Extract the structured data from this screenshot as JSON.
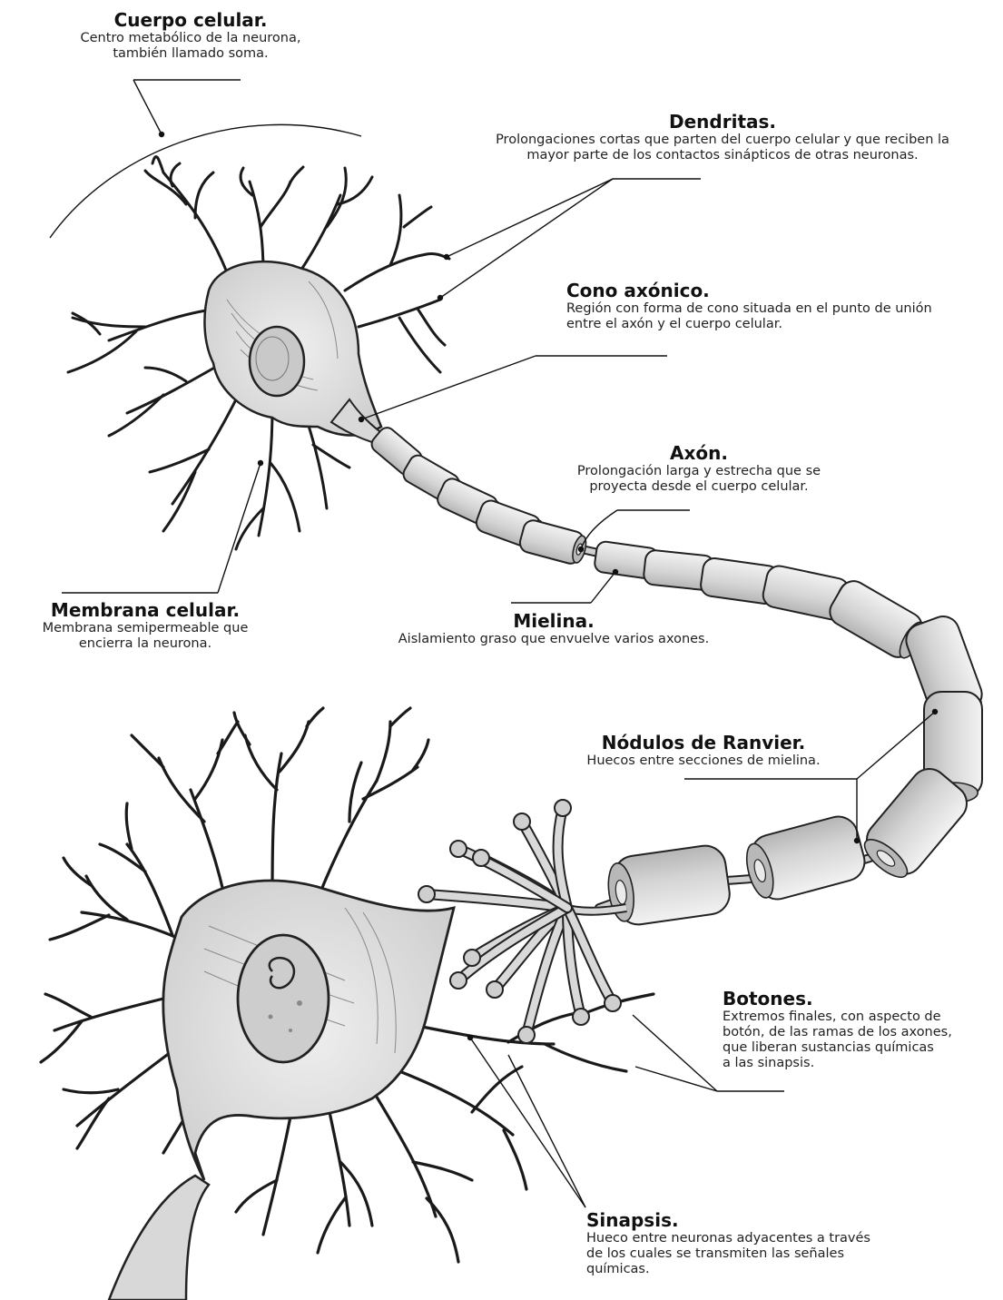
{
  "labels": {
    "cuerpo_celular": {
      "title": "Cuerpo celular.",
      "desc": "Centro metabólico de la neurona,\ntambién llamado soma."
    },
    "dendritas": {
      "title": "Dendritas.",
      "desc": "Prolongaciones cortas que parten del cuerpo celular y que reciben la\nmayor parte de los contactos sinápticos de otras neuronas."
    },
    "cono_axonico": {
      "title": "Cono axónico.",
      "desc": "Región con forma de cono situada en el punto de unión\nentre el axón y el cuerpo celular."
    },
    "axon": {
      "title": "Axón.",
      "desc": "Prolongación larga y estrecha que se\nproyecta desde el cuerpo celular."
    },
    "membrana_celular": {
      "title": "Membrana celular.",
      "desc": "Membrana semipermeable que\nencierra la neurona."
    },
    "mielina": {
      "title": "Mielina.",
      "desc": "Aislamiento graso que envuelve varios axones."
    },
    "nodulos_ranvier": {
      "title": "Nódulos de Ranvier.",
      "desc": "Huecos entre secciones de mielina."
    },
    "botones": {
      "title": "Botones.",
      "desc": "Extremos finales, con aspecto de\nbotón, de las ramas de los axones,\nque liberan sustancias químicas\na las sinapsis."
    },
    "sinapsis": {
      "title": "Sinapsis.",
      "desc": "Hueco entre neuronas adyacentes a través\nde los cuales se transmiten las señales\nquímicas."
    }
  },
  "colors": {
    "ink": "#1a1a1a",
    "cell_fill": "#e6e6e6",
    "nucleus_fill": "#cfcfcf",
    "myelin_fill": "#dcdcdc"
  }
}
